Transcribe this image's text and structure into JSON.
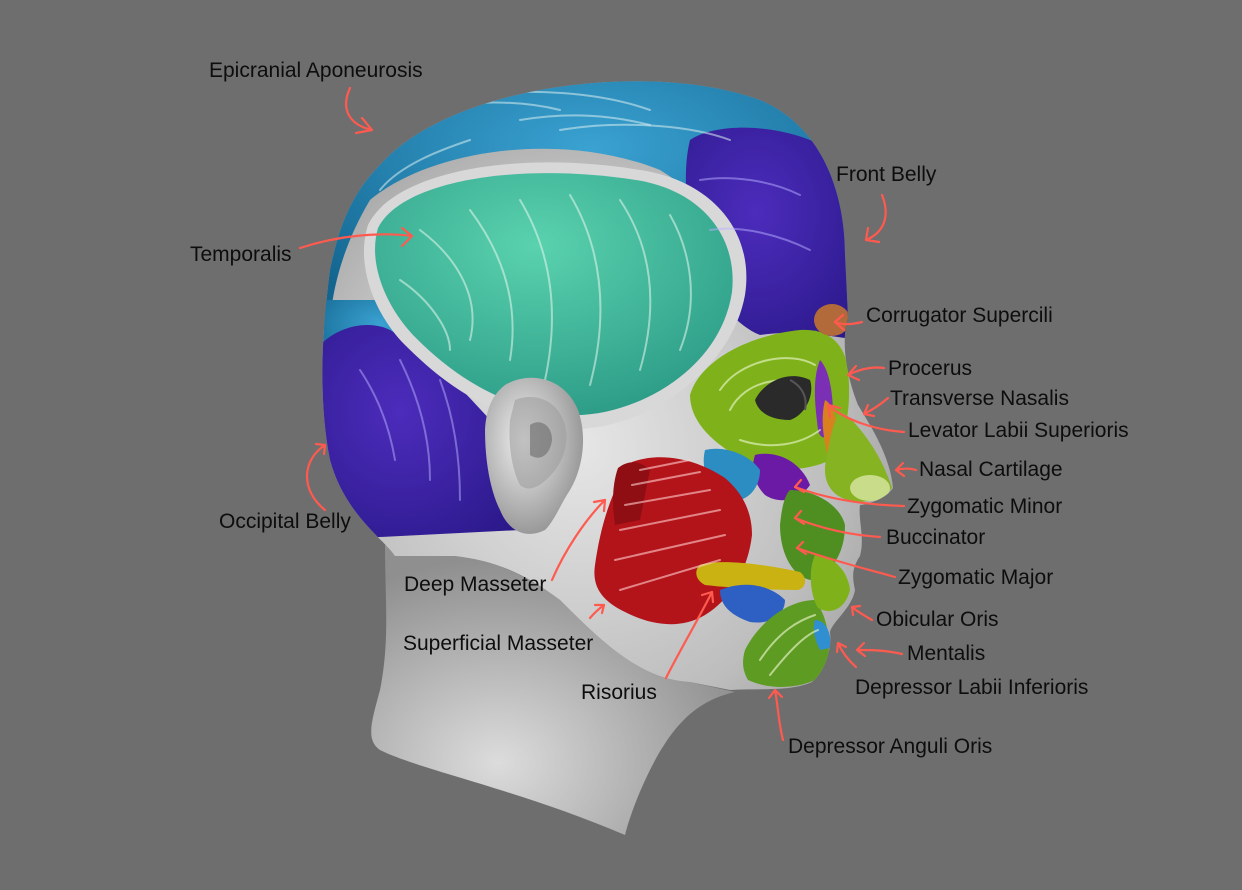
{
  "labels": {
    "epicranial_aponeurosis": "Epicranial Aponeurosis",
    "front_belly": "Front Belly",
    "temporalis": "Temporalis",
    "corrugator_supercili": "Corrugator Supercili",
    "procerus": "Procerus",
    "transverse_nasalis": "Transverse Nasalis",
    "levator_labii_superioris": "Levator Labii Superioris",
    "nasal_cartilage": "Nasal Cartilage",
    "zygomatic_minor": "Zygomatic Minor",
    "occipital_belly": "Occipital Belly",
    "buccinator": "Buccinator",
    "zygomatic_major": "Zygomatic Major",
    "deep_masseter": "Deep Masseter",
    "obicular_oris": "Obicular Oris",
    "superficial_masseter": "Superficial Masseter",
    "mentalis": "Mentalis",
    "risorius": "Risorius",
    "depressor_labii_inferioris": "Depressor Labii Inferioris",
    "depressor_anguli_oris": "Depressor Anguli Oris"
  },
  "colors": {
    "background": "#6e6e6e",
    "skin": "#c9c9c9",
    "epicranial": "#1f86b5",
    "temporalis": "#4fc6a0",
    "occipital_front_belly": "#3a1f9e",
    "orbicularis_oculi": "#7fb21a",
    "masseter": "#b3141a",
    "arrow": "#ff5a4f",
    "label_text": "#0d0d0d"
  }
}
